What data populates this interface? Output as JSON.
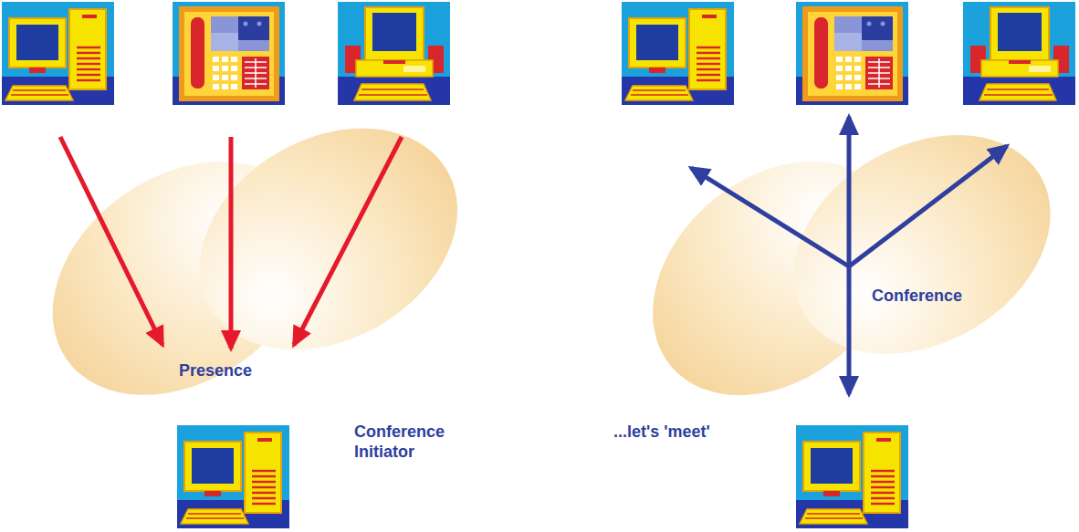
{
  "diagram": {
    "nodes": [
      {
        "text": [
          "Presence"
        ]
      },
      {
        "text": [
          "Conference"
        ]
      }
    ],
    "labels": [
      "Conference Initiator",
      "...let's 'meet'"
    ]
  }
}
